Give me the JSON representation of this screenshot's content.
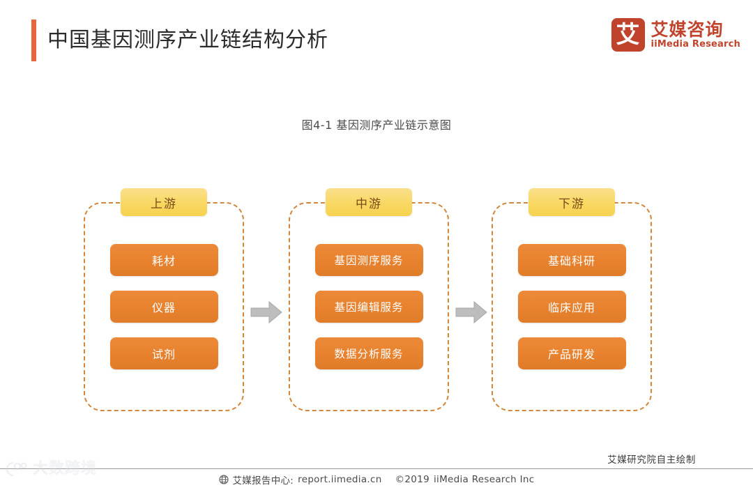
{
  "header": {
    "title": "中国基因测序产业链结构分析",
    "accent_color": "#e8663c",
    "brand": {
      "mark_glyph": "艾",
      "name_cn": "艾媒咨询",
      "name_en": "iiMedia Research",
      "color": "#c0442c"
    }
  },
  "figure": {
    "caption": "图4-1  基因测序产业链示意图",
    "stages": [
      {
        "label": "上游",
        "items": [
          "耗材",
          "仪器",
          "试剂"
        ]
      },
      {
        "label": "中游",
        "items": [
          "基因测序服务",
          "基因编辑服务",
          "数据分析服务"
        ]
      },
      {
        "label": "下游",
        "items": [
          "基础科研",
          "临床应用",
          "产品研发"
        ]
      }
    ],
    "connectors": [
      "arrow-right-icon",
      "arrow-right-icon"
    ],
    "colors": {
      "stage_border": "#d2873c",
      "stage_header": "#f8d863",
      "stage_header_text": "#7a4a16",
      "item_box": "#e8822e",
      "item_text": "#ffffff",
      "arrow": "#b3b3b3"
    }
  },
  "source_note": "艾媒研究院自主绘制",
  "footer": {
    "globe_icon": "globe-icon",
    "label": "艾媒报告中心:",
    "url": "report.iimedia.cn",
    "copyright": "©2019",
    "company": "iiMedia Research Inc"
  },
  "watermark": {
    "text": "大数跨境"
  }
}
